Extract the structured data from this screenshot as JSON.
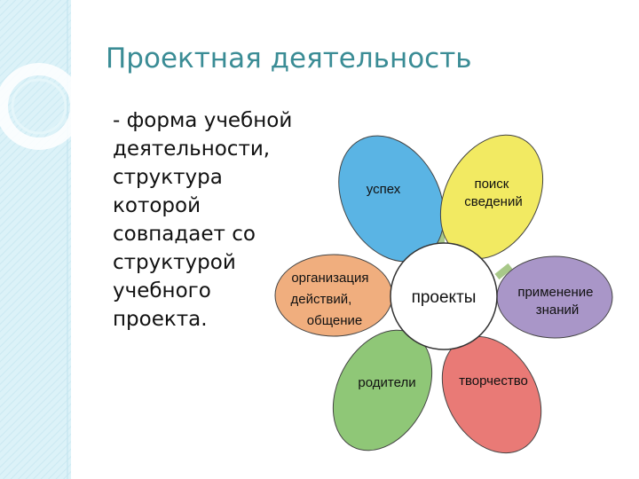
{
  "slide": {
    "title": "Проектная деятельность",
    "body_lines": [
      "- форма учебной",
      "деятельности,",
      "структура",
      "которой",
      "совпадает со",
      "структурой",
      "учебного",
      "проекта."
    ]
  },
  "diagram": {
    "center": "проекты",
    "petals": {
      "uspeh": [
        "успех"
      ],
      "poisk": [
        "поиск",
        "сведений"
      ],
      "primenenie": [
        "применение",
        "знаний"
      ],
      "tvorchestvo": [
        "творчество"
      ],
      "roditeli": [
        "родители"
      ],
      "organizaciya": [
        "организация",
        "действий,",
        "общение"
      ]
    },
    "colors": {
      "uspeh": "#5ab4e4",
      "poisk": "#f2ea62",
      "primenenie": "#a996c8",
      "tvorchestvo": "#e97a76",
      "roditeli": "#8fc777",
      "organizaciya": "#f0ae7e",
      "stem": "#a8c889",
      "title": "#3a8c95",
      "sidebar": "#d3eef5"
    }
  }
}
